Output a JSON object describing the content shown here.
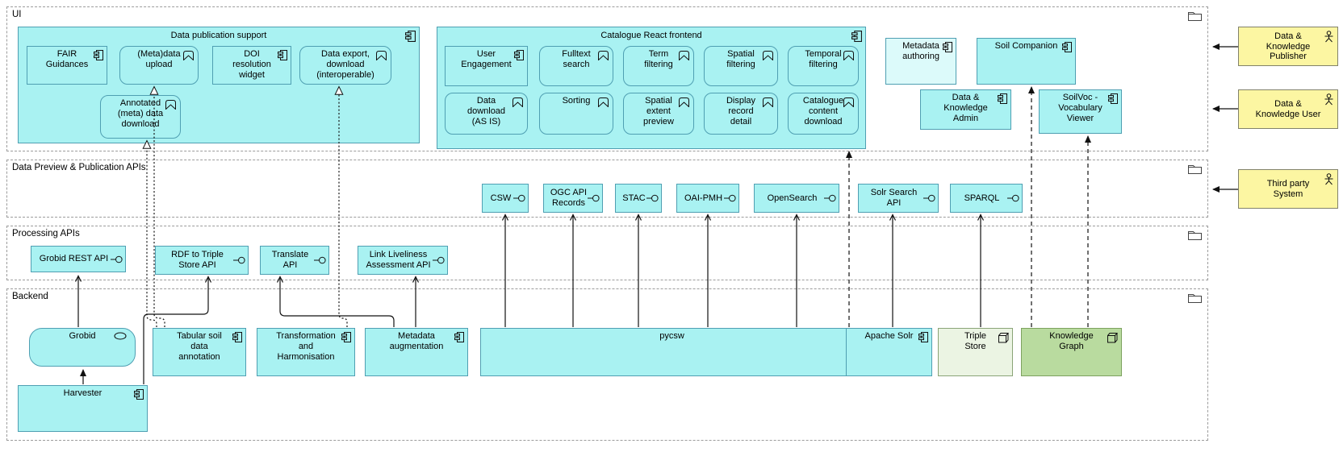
{
  "diagram": {
    "layers": [
      {
        "label": "UI"
      },
      {
        "label": "Data Preview & Publication APIs"
      },
      {
        "label": "Processing APIs"
      },
      {
        "label": "Backend"
      }
    ],
    "ui": {
      "data_publication_support": {
        "label": "Data publication support",
        "items": [
          {
            "label": "FAIR\nGuidances"
          },
          {
            "label": "(Meta)data\nupload"
          },
          {
            "label": "DOI\nresolution\nwidget"
          },
          {
            "label": "Data export,\ndownload\n(interoperable)"
          },
          {
            "label": "Annotated\n(meta) data\ndownload"
          }
        ]
      },
      "catalogue_react_frontend": {
        "label": "Catalogue React frontend",
        "items": [
          {
            "label": "User\nEngagement"
          },
          {
            "label": "Fulltext\nsearch"
          },
          {
            "label": "Term\nfiltering"
          },
          {
            "label": "Spatial\nfiltering"
          },
          {
            "label": "Temporal\nfiltering"
          },
          {
            "label": "Data\ndownload\n(AS IS)"
          },
          {
            "label": "Sorting"
          },
          {
            "label": "Spatial\nextent\npreview"
          },
          {
            "label": "Display\nrecord\ndetail"
          },
          {
            "label": "Catalogue\ncontent\ndownload"
          }
        ]
      },
      "apps": [
        {
          "label": "Metadata\nauthoring"
        },
        {
          "label": "Soil Companion"
        },
        {
          "label": "Data &\nKnowledge\nAdmin"
        },
        {
          "label": "SoilVoc -\nVocabulary\nViewer"
        }
      ]
    },
    "preview_apis": [
      {
        "label": "CSW"
      },
      {
        "label": "OGC API\nRecords"
      },
      {
        "label": "STAC"
      },
      {
        "label": "OAI-PMH"
      },
      {
        "label": "OpenSearch"
      },
      {
        "label": "Solr Search\nAPI"
      },
      {
        "label": "SPARQL"
      }
    ],
    "processing_apis": [
      {
        "label": "Grobid REST API"
      },
      {
        "label": "RDF to Triple\nStore API"
      },
      {
        "label": "Translate\nAPI"
      },
      {
        "label": "Link Liveliness\nAssessment API"
      }
    ],
    "backend": [
      {
        "label": "Grobid"
      },
      {
        "label": "Tabular soil\ndata\nannotation"
      },
      {
        "label": "Transformation\nand\nHarmonisation"
      },
      {
        "label": "Metadata\naugmentation"
      },
      {
        "label": "pycsw"
      },
      {
        "label": "Apache Solr"
      },
      {
        "label": "Triple\nStore"
      },
      {
        "label": "Knowledge\nGraph"
      },
      {
        "label": "Harvester"
      }
    ],
    "actors": [
      {
        "label": "Data &\nKnowledge\nPublisher"
      },
      {
        "label": "Data &\nKnowledge User"
      },
      {
        "label": "Third party\nSystem"
      }
    ],
    "colors": {
      "component_fill": "#a9f2f2",
      "component_fill_pale": "#dcfafa",
      "component_border": "#4f9fb2",
      "actor_fill": "#fcf6a2",
      "store_fill_pale_green": "#ebf4e3",
      "store_fill_green": "#b9db9f",
      "layer_border": "#9c9c9c",
      "connector": "#111111"
    },
    "icons": {
      "component-icon": "UML component glyph",
      "chevron-icon": "application interaction chevron",
      "interface-lollipop-icon": "interface circle with stick",
      "oval-icon": "service ellipse",
      "node-cube-icon": "3D node cube",
      "actor-icon": "stick figure actor",
      "folder-icon": "grouping folder"
    }
  }
}
